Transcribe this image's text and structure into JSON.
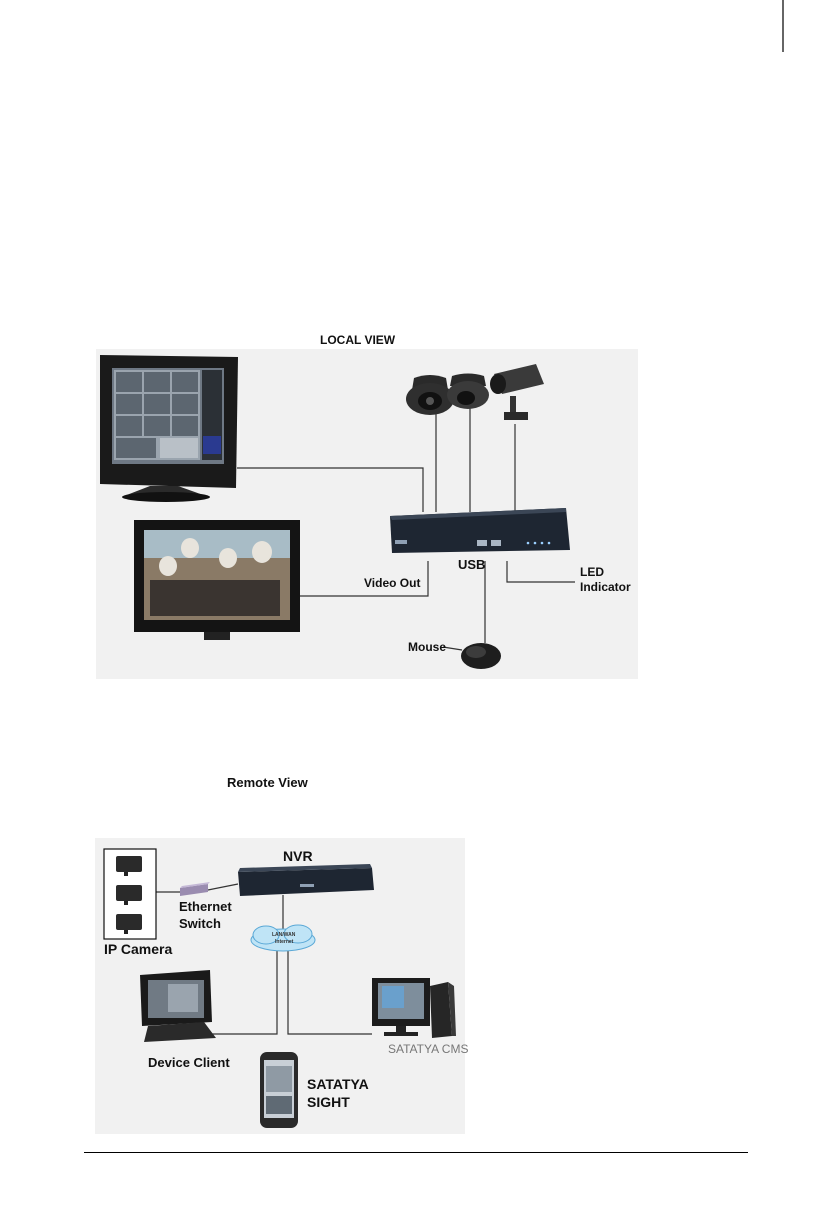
{
  "local_view": {
    "title": "LOCAL VIEW",
    "labels": {
      "usb": "USB",
      "video_out": "Video Out",
      "led_line1": "LED",
      "led_line2": "Indicator",
      "mouse": "Mouse"
    }
  },
  "remote_view": {
    "title": "Remote View",
    "labels": {
      "nvr": "NVR",
      "ethernet_line1": "Ethernet",
      "ethernet_line2": "Switch",
      "ip_camera": "IP Camera",
      "cloud_line1": "LAN/WAN",
      "cloud_line2": "Internet",
      "device_client": "Device Client",
      "cms": "SATATYA CMS",
      "sight_line1": "SATATYA",
      "sight_line2": "SIGHT"
    }
  },
  "colors": {
    "panel_bg": "#f1f1f1",
    "nvr_body": "#1e2632",
    "line": "#333333"
  }
}
